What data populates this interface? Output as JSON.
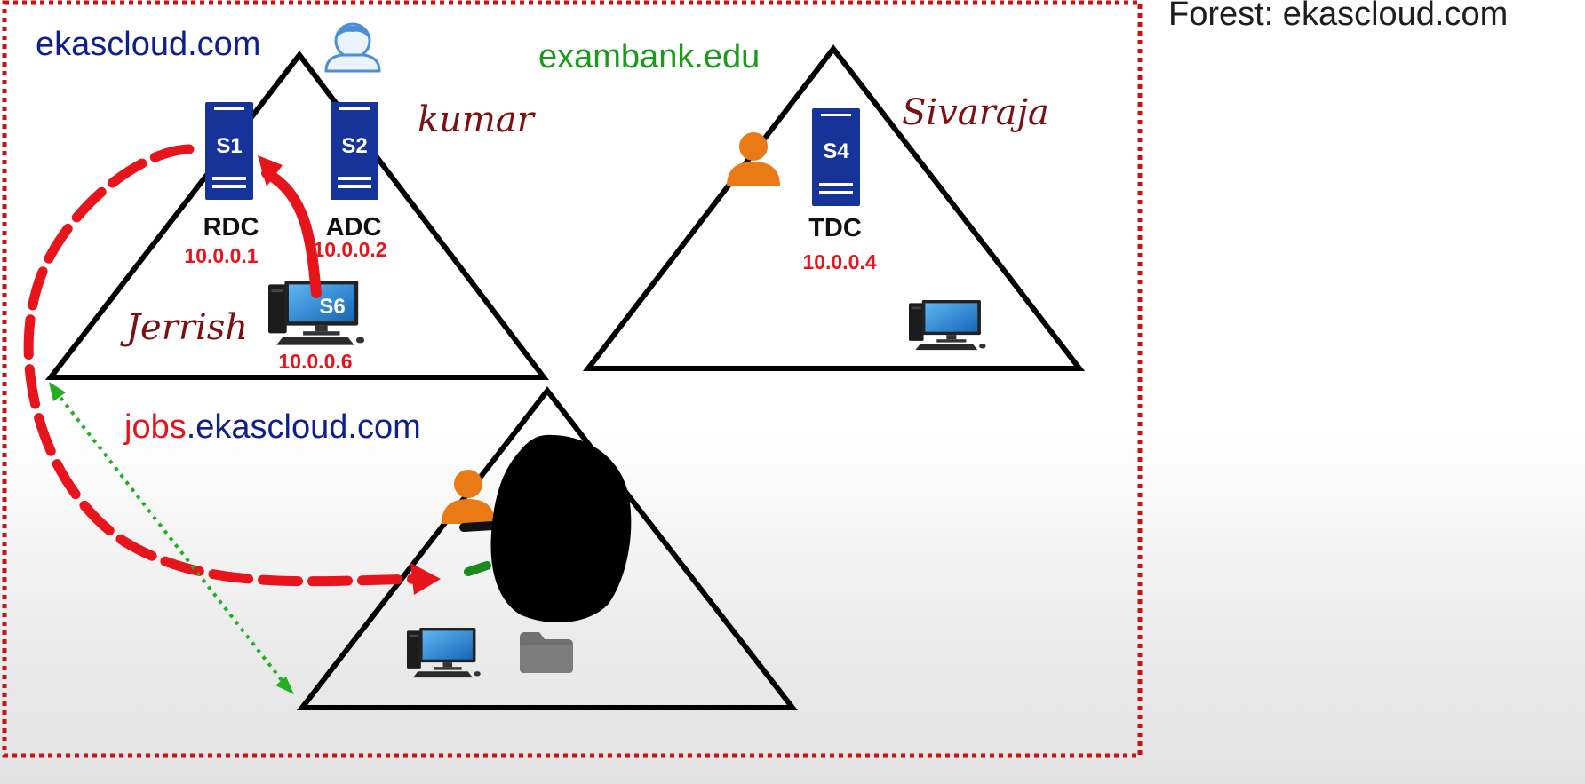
{
  "forest_label": "Forest: ekascloud.com",
  "colors": {
    "domain_blue": "#0f1f8c",
    "domain_green": "#1a9a1a",
    "red": "#e8141b",
    "user_maroon": "#7a1010",
    "server_blue": "#16339a",
    "user_orange": "#ea7a16",
    "boundary_red": "#cc1111",
    "trust_green": "#22b022"
  },
  "domains": {
    "root": {
      "name": "ekascloud.com"
    },
    "exambank": {
      "name": "exambank.edu"
    },
    "jobs": {
      "prefix": "jobs",
      "suffix": ".ekascloud.com"
    }
  },
  "servers": {
    "s1": {
      "label": "S1",
      "role": "RDC",
      "ip": "10.0.0.1"
    },
    "s2": {
      "label": "S2",
      "role": "ADC",
      "ip": "10.0.0.2"
    },
    "s4": {
      "label": "S4",
      "role": "TDC",
      "ip": "10.0.0.4"
    },
    "s6": {
      "label": "S6",
      "ip": "10.0.0.6"
    }
  },
  "users": {
    "kumar": "kumar",
    "jerrish": "Jerrish",
    "sivaraja": "Sivaraja"
  },
  "icons": [
    "user-outline-icon",
    "server-icon",
    "computer-icon",
    "user-icon",
    "folder-icon"
  ]
}
